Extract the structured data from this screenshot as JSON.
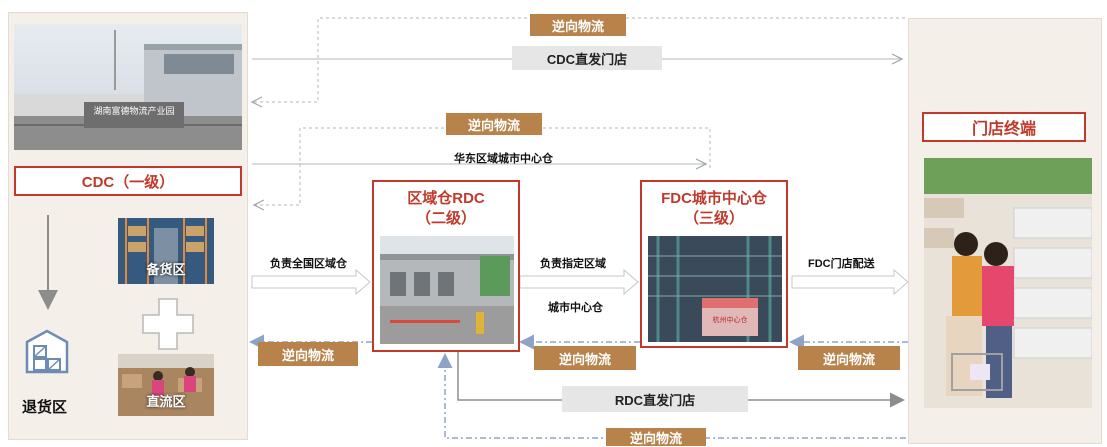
{
  "cdc": {
    "title": "CDC（一级）",
    "sign_text": "湖南富德物流产业园",
    "zone_stock": "备货区",
    "zone_direct": "直流区",
    "zone_return": "退货区"
  },
  "rdc": {
    "title_line1": "区域仓RDC",
    "title_line2": "（二级）"
  },
  "fdc": {
    "title_line1": "FDC城市中心仓",
    "title_line2": "（三级）",
    "sign_text": "杭州中心仓"
  },
  "store": {
    "title": "门店终端"
  },
  "flows": {
    "reverse_label": "逆向物流",
    "cdc_direct": "CDC直发门店",
    "east_china": "华东区域城市中心仓",
    "national_rdc": "负责全国区域仓",
    "designated_line1": "负责指定区域",
    "designated_line2": "城市中心仓",
    "fdc_delivery": "FDC门店配送",
    "rdc_direct": "RDC直发门店"
  },
  "colors": {
    "accent_red": "#c0392b",
    "tag_brown": "#b8834b",
    "reverse_blue": "#8fa3c8"
  }
}
